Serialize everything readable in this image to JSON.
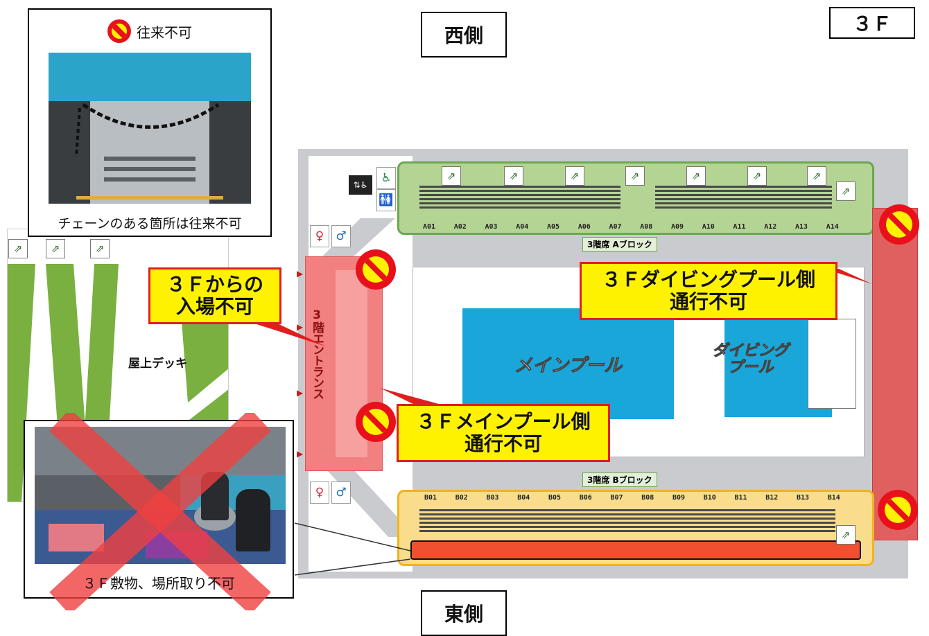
{
  "floor_label": "３Ｆ",
  "west_label": "西側",
  "east_label": "東側",
  "notice_top": {
    "icon": "no-entry-icon",
    "title": "往来不可",
    "caption": "チェーンのある箇所は往来不可"
  },
  "notice_bottom": {
    "caption": "３Ｆ敷物、場所取り不可"
  },
  "callouts": {
    "entry": [
      "３Ｆからの",
      "入場不可"
    ],
    "diving": [
      "３Ｆダイビングプール側",
      "通行不可"
    ],
    "main": [
      "３Ｆメインプール側",
      "通行不可"
    ]
  },
  "areas": {
    "entrance": "3階エントランス",
    "rooftop": "屋上デッキ",
    "main_pool": "メインプール",
    "diving_pool": "ダイビングプール",
    "block_a": "3階席 Aブロック",
    "block_b": "3階席 Bブロック"
  },
  "a_blocks": [
    "A01",
    "A02",
    "A03",
    "A04",
    "A05",
    "A06",
    "A07",
    "A08",
    "A09",
    "A10",
    "A11",
    "A12",
    "A13",
    "A14"
  ],
  "b_blocks": [
    "B01",
    "B02",
    "B03",
    "B04",
    "B05",
    "B06",
    "B07",
    "B08",
    "B09",
    "B10",
    "B11",
    "B12",
    "B13",
    "B14"
  ],
  "colors": {
    "restricted": "#e8101b",
    "callout_fill": "#fff200",
    "pool": "#1aa6d9",
    "block_a": "#8dc063",
    "block_b": "#f3b31c",
    "deck": "#7ab03f",
    "corridor": "#c9cbce"
  }
}
